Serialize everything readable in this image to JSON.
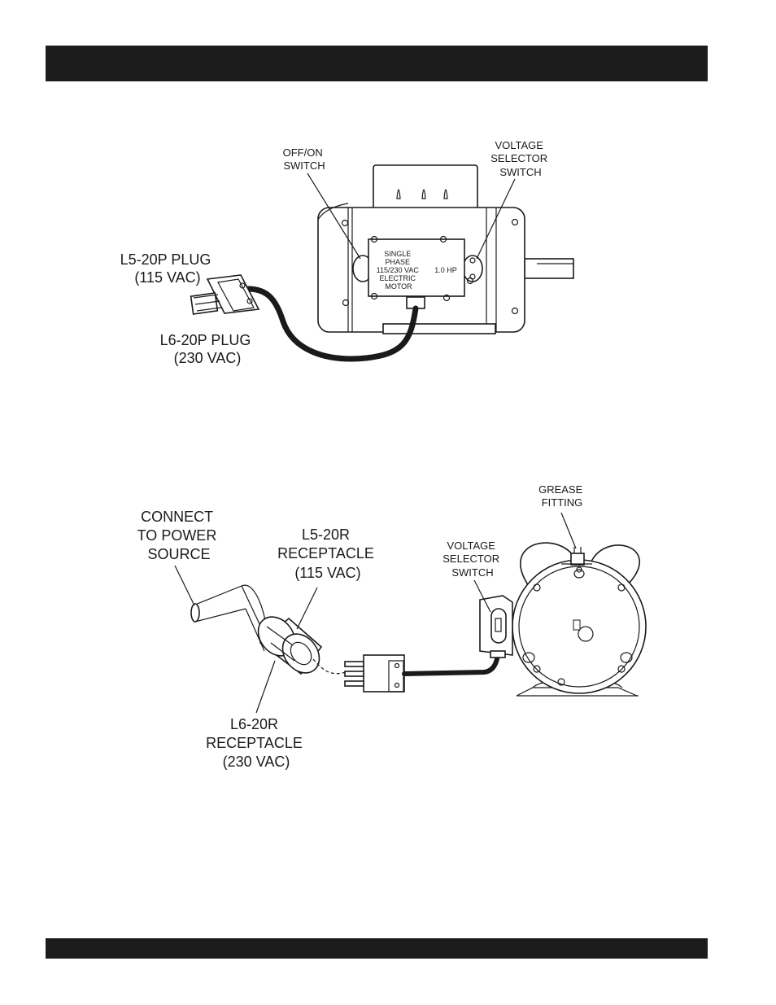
{
  "figure1": {
    "labels": {
      "off_on_switch": [
        "OFF/ON",
        "SWITCH"
      ],
      "voltage_selector": [
        "VOLTAGE",
        "SELECTOR",
        "SWITCH"
      ],
      "l5_plug": [
        "L5-20P PLUG",
        "(115 VAC)"
      ],
      "l6_plug": [
        "L6-20P PLUG",
        "(230 VAC)"
      ],
      "nameplate": [
        "SINGLE",
        "PHASE",
        "115/230 VAC",
        "ELECTRIC",
        "MOTOR"
      ],
      "horsepower": "1.0 HP"
    }
  },
  "figure2": {
    "labels": {
      "connect": [
        "CONNECT",
        "TO POWER",
        "SOURCE"
      ],
      "l5_receptacle": [
        "L5-20R",
        "RECEPTACLE",
        "(115 VAC)"
      ],
      "l6_receptacle": [
        "L6-20R",
        "RECEPTACLE",
        "(230 VAC)"
      ],
      "grease": [
        "GREASE",
        "FITTING"
      ],
      "voltage_selector": [
        "VOLTAGE",
        "SELECTOR",
        "SWITCH"
      ]
    }
  },
  "colors": {
    "bar": "#1c1c1c",
    "ink": "#1a1a1a"
  }
}
